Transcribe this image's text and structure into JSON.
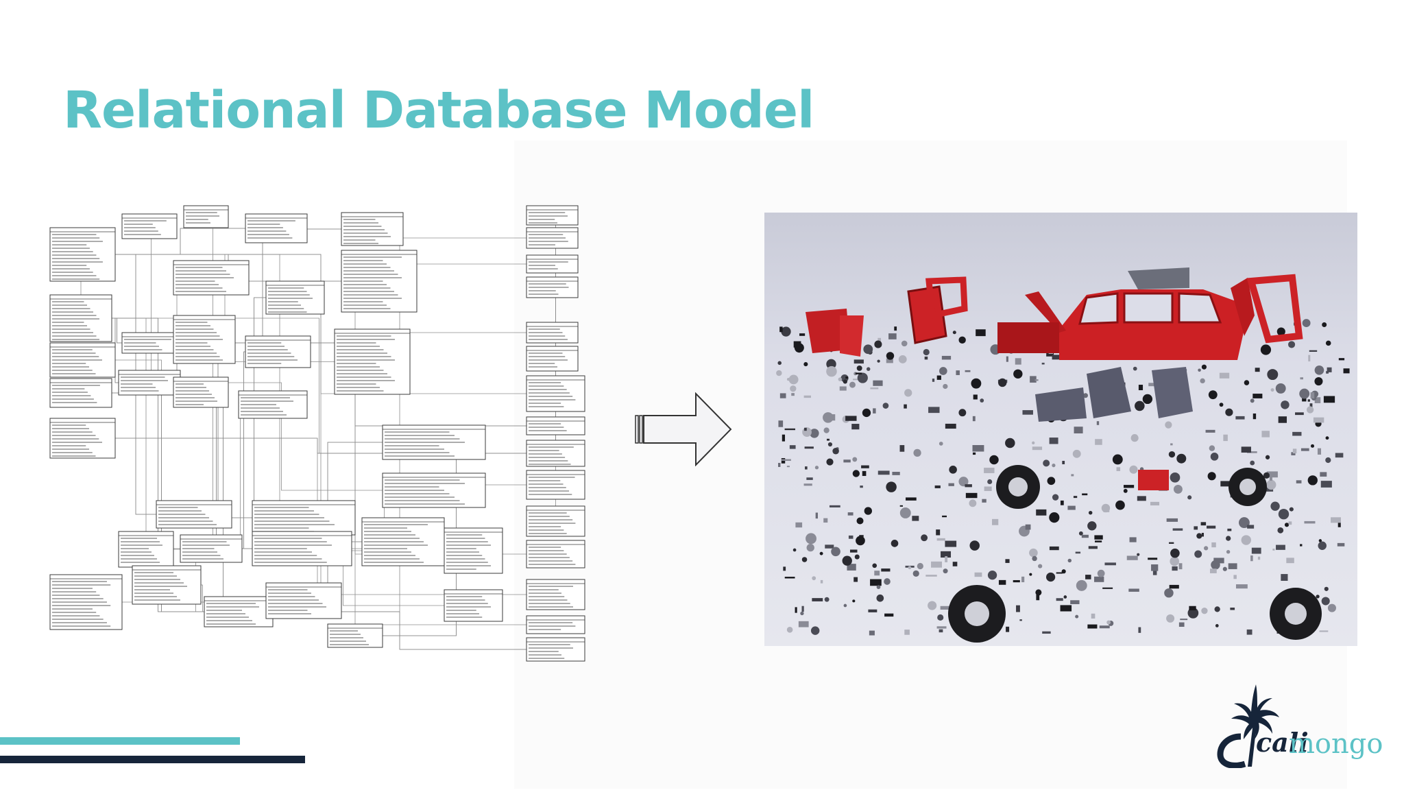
{
  "slide": {
    "title": "Relational Database Model",
    "colors": {
      "title": "#5cc2c6",
      "accent_teal": "#5cc2c6",
      "accent_navy": "#16253a",
      "car_red": "#d6262b",
      "photo_background": "#dfe0ea"
    },
    "figures": {
      "left": "entity-relationship-diagram",
      "arrow": "right-arrow-icon",
      "right": "disassembled-car-photo"
    },
    "logo": {
      "part1": "cali",
      "part2": "mongo"
    }
  }
}
